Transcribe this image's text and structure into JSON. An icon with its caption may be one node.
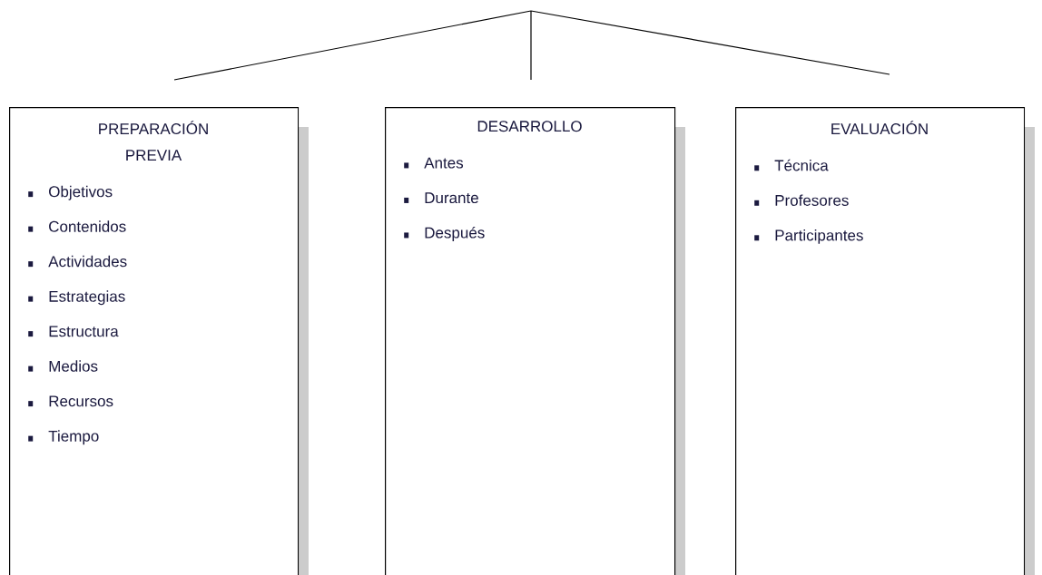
{
  "diagram": {
    "nodes": [
      {
        "text": [
          "PREPARACIÓN PREVIA",
          "Objetivos",
          "Contenidos",
          "Actividades",
          "Estrategias",
          "Estructura",
          "Medios",
          "Recursos",
          "Tiempo"
        ]
      },
      {
        "text": [
          "DESARROLLO",
          "Antes",
          "Durante",
          "Después"
        ]
      },
      {
        "text": [
          "EVALUACIÓN",
          "Técnica",
          "Profesores",
          "Participantes"
        ]
      }
    ]
  }
}
